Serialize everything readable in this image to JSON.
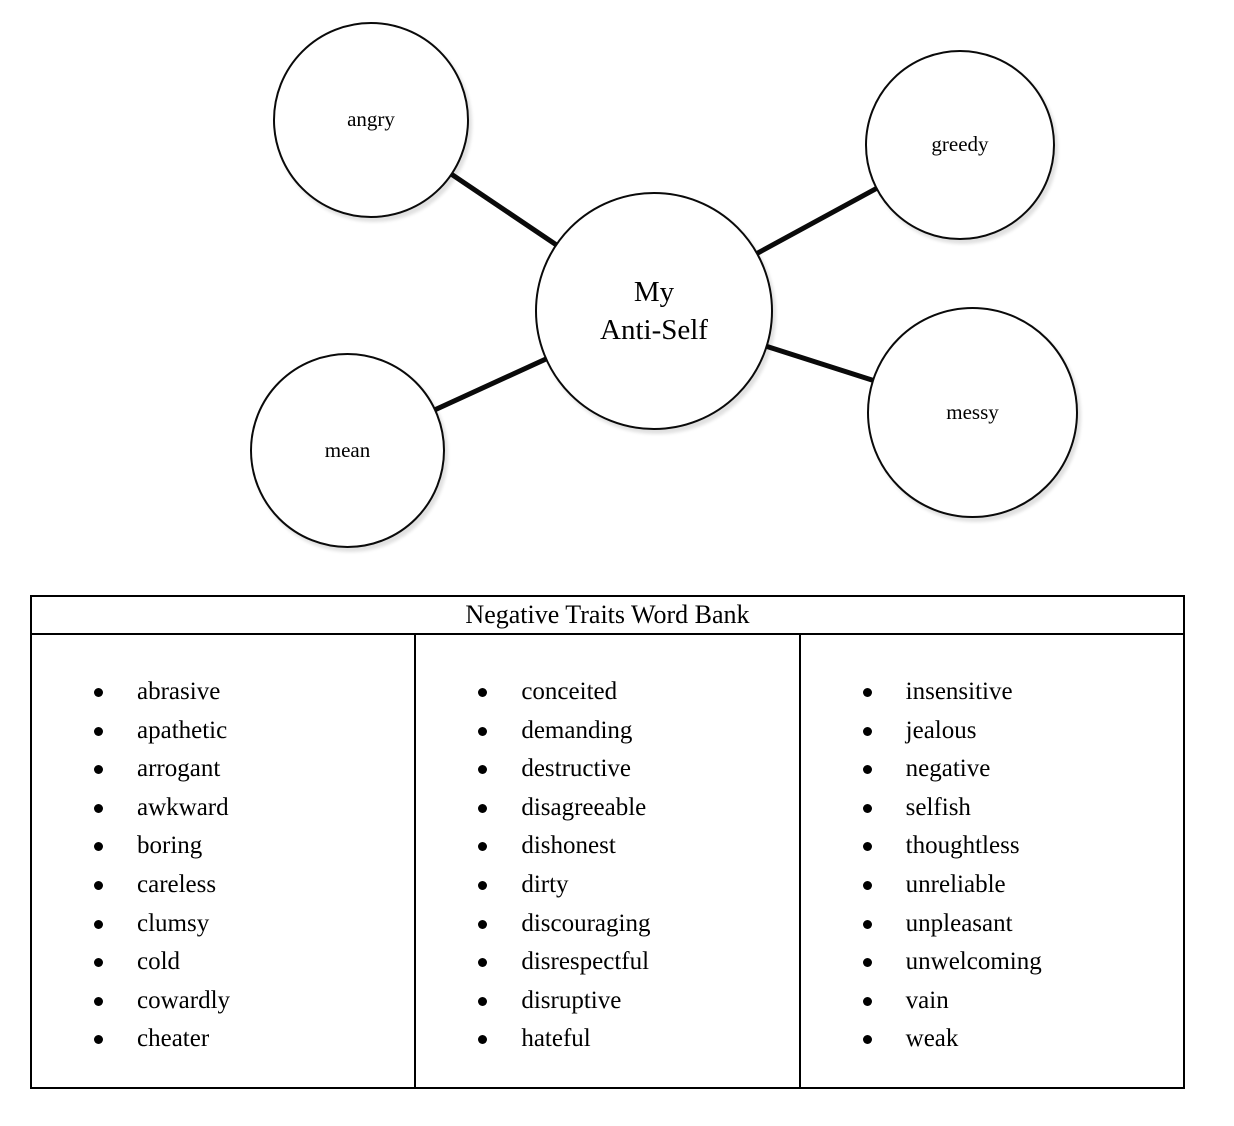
{
  "diagram": {
    "center": {
      "label": "My\nAnti-Self"
    },
    "nodes": {
      "angry": {
        "label": "angry"
      },
      "greedy": {
        "label": "greedy"
      },
      "mean": {
        "label": "mean"
      },
      "messy": {
        "label": "messy"
      }
    }
  },
  "wordbank": {
    "title": "Negative Traits Word Bank",
    "columns": [
      {
        "items": [
          "abrasive",
          "apathetic",
          "arrogant",
          "awkward",
          "boring",
          "careless",
          "clumsy",
          "cold",
          "cowardly",
          "cheater"
        ]
      },
      {
        "items": [
          "conceited",
          "demanding",
          "destructive",
          "disagreeable",
          "dishonest",
          "dirty",
          "discouraging",
          "disrespectful",
          "disruptive",
          "hateful"
        ]
      },
      {
        "items": [
          "insensitive",
          "jealous",
          "negative",
          "selfish",
          "thoughtless",
          "unreliable",
          "unpleasant",
          "unwelcoming",
          "vain",
          "weak"
        ]
      }
    ]
  },
  "colors": {
    "line": "#0a0a0a",
    "circle_border": "#0a0a0a",
    "background": "#ffffff",
    "text": "#000000"
  }
}
